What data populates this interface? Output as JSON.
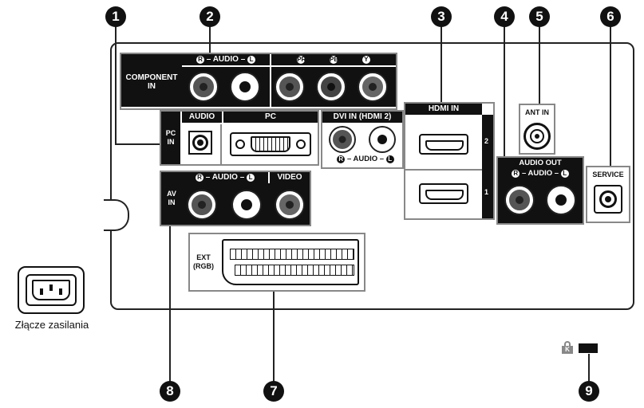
{
  "callouts": [
    "1",
    "2",
    "3",
    "4",
    "5",
    "6",
    "7",
    "8",
    "9"
  ],
  "component": {
    "label_line1": "COMPONENT",
    "label_line2": "IN",
    "audio_label": "– AUDIO –",
    "r": "R",
    "l": "L",
    "pr": "PR",
    "pb": "PB",
    "y": "Y"
  },
  "pc": {
    "label_line1": "PC",
    "label_line2": "IN",
    "audio": "AUDIO",
    "pc": "PC"
  },
  "dvi": {
    "label": "DVI IN (HDMI 2)",
    "audio_label": "– AUDIO –",
    "r": "R",
    "l": "L"
  },
  "hdmi": {
    "label": "HDMI IN",
    "port2": "2",
    "port1": "1"
  },
  "ant": {
    "label": "ANT IN"
  },
  "audio_out": {
    "label": "AUDIO OUT",
    "audio_label": "– AUDIO –",
    "r": "R",
    "l": "L"
  },
  "service": {
    "label": "SERVICE"
  },
  "av": {
    "label_line1": "AV",
    "label_line2": "IN",
    "audio_label": "– AUDIO –",
    "r": "R",
    "l": "L",
    "video": "VIDEO"
  },
  "ext": {
    "line1": "EXT",
    "line2": "(RGB)"
  },
  "power": {
    "label": "Złącze zasilania"
  },
  "lock": {
    "letter": "K"
  }
}
